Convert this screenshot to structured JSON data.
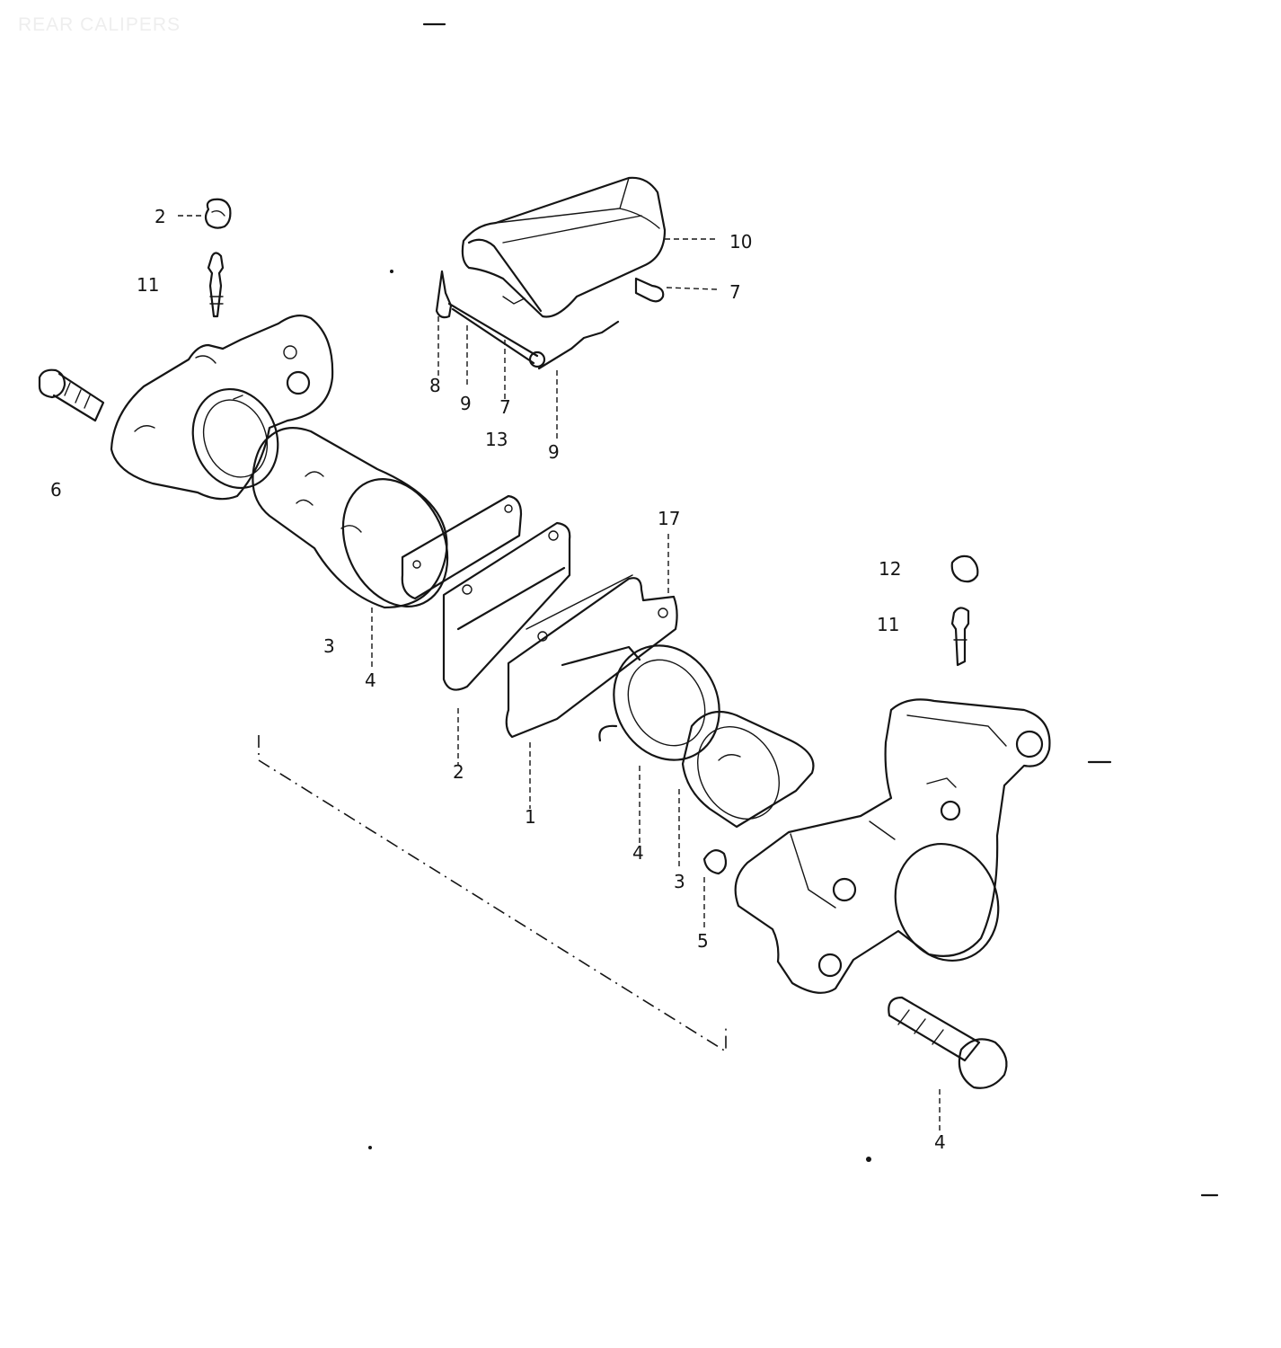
{
  "header": {
    "title": "REAR CALIPERS"
  },
  "callouts": {
    "c_2_top": "2",
    "c_11_top": "11",
    "c_6_left": "6",
    "c_10": "10",
    "c_7_right": "7",
    "c_8": "8",
    "c_9_a": "9",
    "c_7_mid": "7",
    "c_13": "13",
    "c_9_b": "9",
    "c_3_left": "3",
    "c_4_left": "4",
    "c_17": "17",
    "c_12": "12",
    "c_11_right": "11",
    "c_2_mid": "2",
    "c_1": "1",
    "c_4_mid": "4",
    "c_3_right": "3",
    "c_5": "5",
    "c_4_bottom": "4"
  }
}
